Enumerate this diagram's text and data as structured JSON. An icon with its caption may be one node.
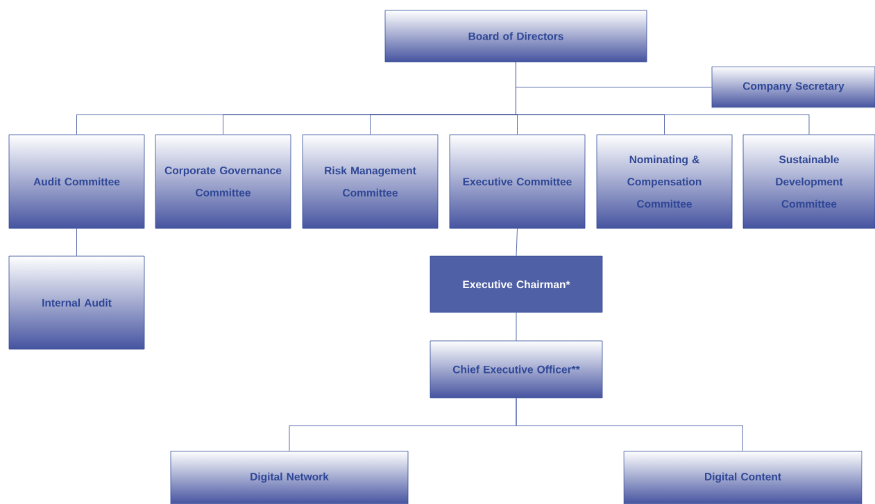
{
  "diagram": {
    "nodes": [
      {
        "text": [
          "Board of Directors"
        ]
      },
      {
        "text": [
          "Company Secretary"
        ]
      },
      {
        "text": [
          "Audit Committee"
        ]
      },
      {
        "text": [
          "Corporate Governance Committee"
        ]
      },
      {
        "text": [
          "Risk Management Committee"
        ]
      },
      {
        "text": [
          "Executive Committee"
        ]
      },
      {
        "text": [
          "Nominating & Compensation Committee"
        ]
      },
      {
        "text": [
          "Sustainable Development Committee"
        ]
      },
      {
        "text": [
          "Internal Audit"
        ]
      },
      {
        "text": [
          "Executive Chairman*"
        ]
      },
      {
        "text": [
          "Chief Executive Officer**"
        ]
      },
      {
        "text": [
          "Digital Network"
        ]
      },
      {
        "text": [
          "Digital Content"
        ]
      }
    ],
    "edges": [
      {
        "from": 0,
        "to": 1,
        "arrow": "none"
      },
      {
        "from": 0,
        "to": 2,
        "arrow": "none"
      },
      {
        "from": 0,
        "to": 3,
        "arrow": "none"
      },
      {
        "from": 0,
        "to": 4,
        "arrow": "none"
      },
      {
        "from": 0,
        "to": 5,
        "arrow": "none"
      },
      {
        "from": 0,
        "to": 6,
        "arrow": "none"
      },
      {
        "from": 0,
        "to": 7,
        "arrow": "none"
      },
      {
        "from": 2,
        "to": 8,
        "arrow": "none"
      },
      {
        "from": 5,
        "to": 9,
        "arrow": "none"
      },
      {
        "from": 9,
        "to": 10,
        "arrow": "none"
      },
      {
        "from": 10,
        "to": 11,
        "arrow": "none"
      },
      {
        "from": 10,
        "to": 12,
        "arrow": "none"
      }
    ]
  }
}
